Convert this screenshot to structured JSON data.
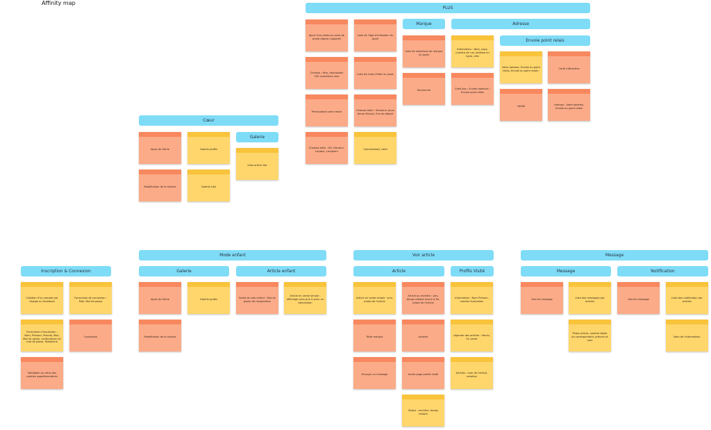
{
  "title": "Affinity map",
  "colors": {
    "header": "#7fdcf7",
    "orange_note": "#fbab88",
    "yellow_note": "#fed66c"
  },
  "headers": {
    "plus": "PLUS",
    "marque": "Marque",
    "adresse": "Adresse",
    "envoie": "Envoie point relais",
    "coeur": "Cœur",
    "coeur_galerie": "Galerie",
    "inscription": "Inscription & Connexion",
    "mode_enfant": "Mode enfant",
    "me_galerie": "Galerie",
    "article_enfant": "Article enfant",
    "voir_article": "Voir article",
    "article": "Article",
    "profils": "Profils Visité",
    "message_top": "Message",
    "message_sub": "Message",
    "notification": "Notification"
  },
  "notes": {
    "plus_1": "Ajout d'un photo ou prise de photo depuis l'appareil",
    "plus_2": "Champs : titre, description 255 caractères max",
    "plus_3": "Prévisualisé votre vente",
    "plus_4": "Champs taille : KG, Hauteur, Largeur, Longueur",
    "plus_5": "Liste de l'âge d'utilisation du jouet",
    "plus_6": "Liste de choix d'état du jouet",
    "plus_7": "Champs taille : Semaine, Jours Heure Minute, Prix de départ",
    "plus_8": "Commissions, total",
    "marque_1": "Liste de sélections de marque du jouet",
    "marque_2": "Recherche",
    "adresse_1": "Information : Nom, pays, numéro de rue, adresse en ligne, ville",
    "adresse_2": "Chek box : Envoie domicile ; Envoie point relais",
    "envoie_1": "Votre adresse, Envoie au point relais, Envoie au point relais :",
    "envoie_2": "Carte intéractive",
    "envoie_3": "Validé",
    "envoie_4": "champs : Votre adresse, Envoie au point relais",
    "coeur_1": "Ajout de Glerie",
    "coeur_2": "Modification de la Galerie",
    "coeur_3": "Galerie profils",
    "coeur_4": "Galerie Like",
    "coeur_galerie_1": "Lites article like",
    "insc_1": "Création d'un compte par Google ou Facebook",
    "insc_2": "Formulaire d'inscription : Nom, Prénom, Pseudo, Mail, Mot de passe, confirmation du mot de passe, Téléphone",
    "insc_3": "Validation ou refus des cookies supplémentaires",
    "insc_4": "Formulaire de connexion : Mail, Mot de passe",
    "insc_5": "Connexion",
    "me_gal_1": "Ajout de Glerie",
    "me_gal_2": "Modification de la Galerie",
    "me_gal_3": "Galerie profils",
    "art_enf_1": "Sortie du ode enfant : Mot de passe de l'application",
    "art_enf_2": "Article en vente simple : affichage sans prix & avec un description",
    "article_1": "Article en vente simple : prix, photo de l'article",
    "article_2": "Filtre marque",
    "article_3": "Envoyer un message",
    "article_4": "Article au enchère : prix, temps restant avant la fin, photo de l'article",
    "article_5": "Acheter",
    "article_6": "Accès page profils visité",
    "article_7": "Status : enchère, temps restant",
    "profils_1": "Information : Nom Prénom, nombre évaluation",
    "profils_2": "Légende des articles : Vendu, En vente",
    "profils_3": "Articles : nom de l'article, notation",
    "msg_1": "Voir les message",
    "msg_2": "Liste des messages par articles",
    "msg_3": "Photo article, nombre étoile du correspondant, prénom et nom",
    "notif_1": "Voir les message",
    "notif_2": "Liste des notification par articles",
    "notif_3": "Nom de l'informateur"
  }
}
